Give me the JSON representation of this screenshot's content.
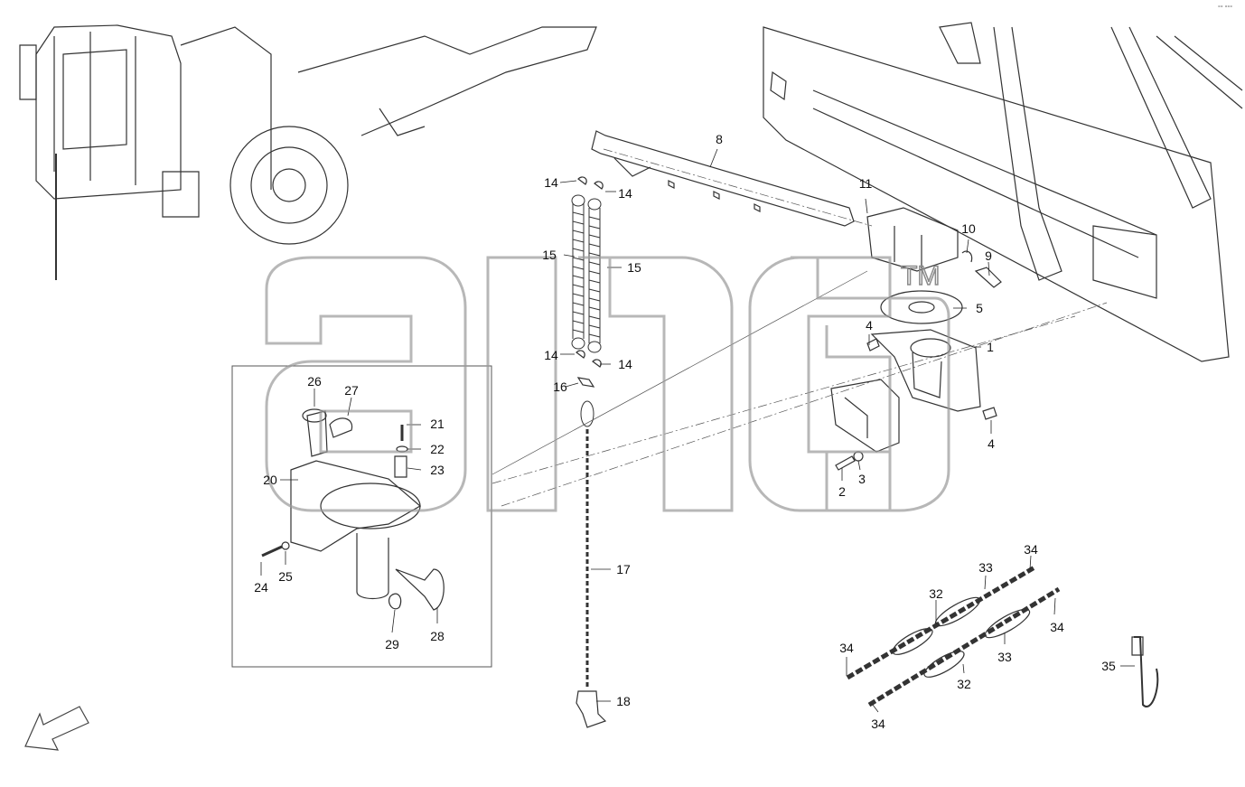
{
  "diagram": {
    "corner_code": "°° °°°",
    "watermark_mark": "TM",
    "callouts": [
      {
        "id": "c8",
        "text": "8"
      },
      {
        "id": "c14a",
        "text": "14"
      },
      {
        "id": "c14b",
        "text": "14"
      },
      {
        "id": "c15a",
        "text": "15"
      },
      {
        "id": "c15b",
        "text": "15"
      },
      {
        "id": "c14c",
        "text": "14"
      },
      {
        "id": "c14d",
        "text": "14"
      },
      {
        "id": "c16",
        "text": "16"
      },
      {
        "id": "c17",
        "text": "17"
      },
      {
        "id": "c18",
        "text": "18"
      },
      {
        "id": "c11",
        "text": "11"
      },
      {
        "id": "c10",
        "text": "10"
      },
      {
        "id": "c9",
        "text": "9"
      },
      {
        "id": "c5",
        "text": "5"
      },
      {
        "id": "c4a",
        "text": "4"
      },
      {
        "id": "c1",
        "text": "1"
      },
      {
        "id": "c4b",
        "text": "4"
      },
      {
        "id": "c3",
        "text": "3"
      },
      {
        "id": "c2",
        "text": "2"
      },
      {
        "id": "c26",
        "text": "26"
      },
      {
        "id": "c27",
        "text": "27"
      },
      {
        "id": "c21",
        "text": "21"
      },
      {
        "id": "c22",
        "text": "22"
      },
      {
        "id": "c23",
        "text": "23"
      },
      {
        "id": "c20",
        "text": "20"
      },
      {
        "id": "c24",
        "text": "24"
      },
      {
        "id": "c25",
        "text": "25"
      },
      {
        "id": "c29",
        "text": "29"
      },
      {
        "id": "c28",
        "text": "28"
      },
      {
        "id": "c34a",
        "text": "34"
      },
      {
        "id": "c33a",
        "text": "33"
      },
      {
        "id": "c32a",
        "text": "32"
      },
      {
        "id": "c34b",
        "text": "34"
      },
      {
        "id": "c34c",
        "text": "34"
      },
      {
        "id": "c33b",
        "text": "33"
      },
      {
        "id": "c32b",
        "text": "32"
      },
      {
        "id": "c34d",
        "text": "34"
      },
      {
        "id": "c35",
        "text": "35"
      }
    ]
  }
}
